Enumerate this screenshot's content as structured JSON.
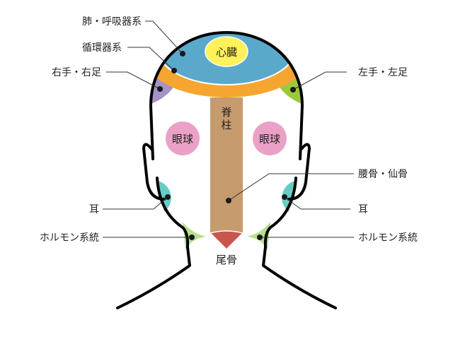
{
  "title": "頭部反射区図",
  "colors": {
    "blue": "#5aa9cb",
    "yellow": "#fff15a",
    "orange": "#f6a630",
    "purple": "#a493c6",
    "green": "#9cc93c",
    "spine": "#c69b6d",
    "pink": "#eba1c6",
    "teal": "#68ccc6",
    "lightgreen": "#b7e08e",
    "red": "#c9564c"
  },
  "inner_labels": {
    "heart": "心臓",
    "spine_1": "脊",
    "spine_2": "柱",
    "eye_left": "眼球",
    "eye_right": "眼球",
    "coccyx": "尾骨"
  },
  "callouts": {
    "lungs": "肺・呼吸器系",
    "circulatory": "循環器系",
    "right_limbs": "右手・右足",
    "left_limbs": "左手・左足",
    "lumbar_sacrum": "腰骨・仙骨",
    "ear_left": "耳",
    "ear_right": "耳",
    "hormone_left": "ホルモン系統",
    "hormone_right": "ホルモン系統"
  }
}
